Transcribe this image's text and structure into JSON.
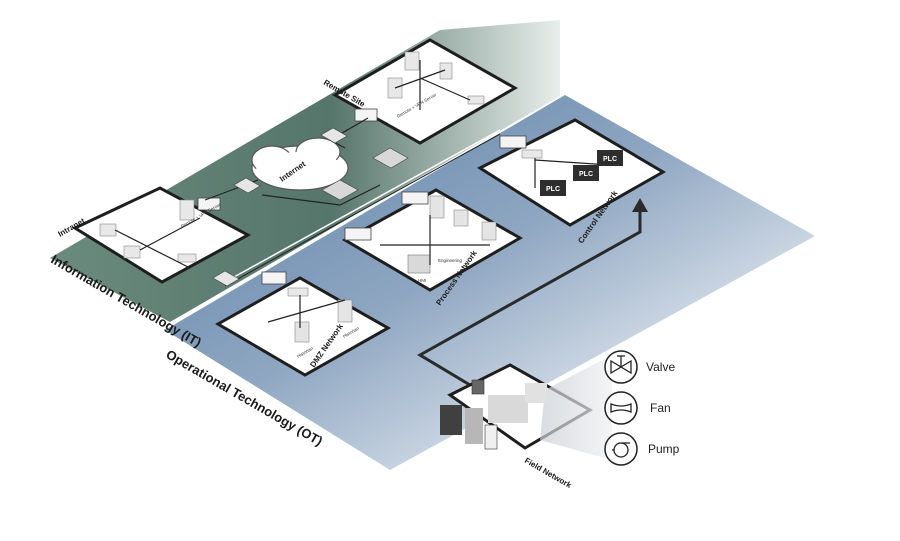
{
  "zones": {
    "it_label": "Information Technology (IT)",
    "ot_label": "Operational Technology (OT)"
  },
  "networks": {
    "remote_site": "Remote Site",
    "intranet": "Intranet",
    "internet": "Internet",
    "dmz": "DMZ Network",
    "process": "Process Network",
    "control": "Control Network",
    "field": "Field Network"
  },
  "devices": {
    "plc": "PLC",
    "historian": "Historian",
    "hmi": "HMI",
    "engineering": "Engineering",
    "remote_server": "Remote + VPN Server"
  },
  "field_devices": [
    {
      "label": "Valve",
      "icon": "valve-icon"
    },
    {
      "label": "Fan",
      "icon": "fan-icon"
    },
    {
      "label": "Pump",
      "icon": "pump-icon"
    }
  ],
  "colors": {
    "it_band": "#5d7a70",
    "ot_band": "#6f8bab",
    "arrow": "#2a2a2a"
  }
}
